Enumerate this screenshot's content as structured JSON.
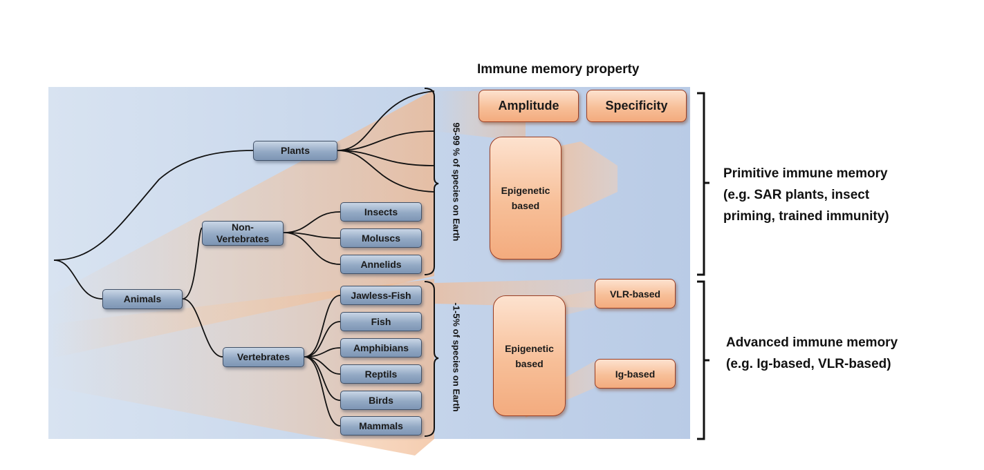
{
  "header": {
    "title": "Immune memory property"
  },
  "tree": {
    "plants": "Plants",
    "non_vertebrates": "Non-\nVertebrates",
    "animals": "Animals",
    "vertebrates": "Vertebrates",
    "insects": "Insects",
    "moluscs": "Moluscs",
    "annelids": "Annelids",
    "jawless_fish": "Jawless-Fish",
    "fish": "Fish",
    "amphibians": "Amphibians",
    "reptils": "Reptils",
    "birds": "Birds",
    "mammals": "Mammals"
  },
  "species_labels": {
    "upper": "95-99 % of species on Earth",
    "lower": "-1-5% of species on Earth"
  },
  "properties": {
    "amplitude": "Amplitude",
    "specificity": "Specificity",
    "epigenetic_upper": "Epigenetic\nbased",
    "epigenetic_lower": "Epigenetic\nbased",
    "vlr": "VLR-based",
    "ig": "Ig-based"
  },
  "memory_types": {
    "primitive": "Primitive immune memory\n(e.g. SAR plants, insect\npriming, trained immunity)",
    "advanced": "Advanced immune memory\n(e.g. Ig-based, VLR-based)"
  },
  "colors": {
    "node_blue": "#93a9c4",
    "box_orange": "#f7bf98",
    "background_blue": "#c5d5ea"
  }
}
